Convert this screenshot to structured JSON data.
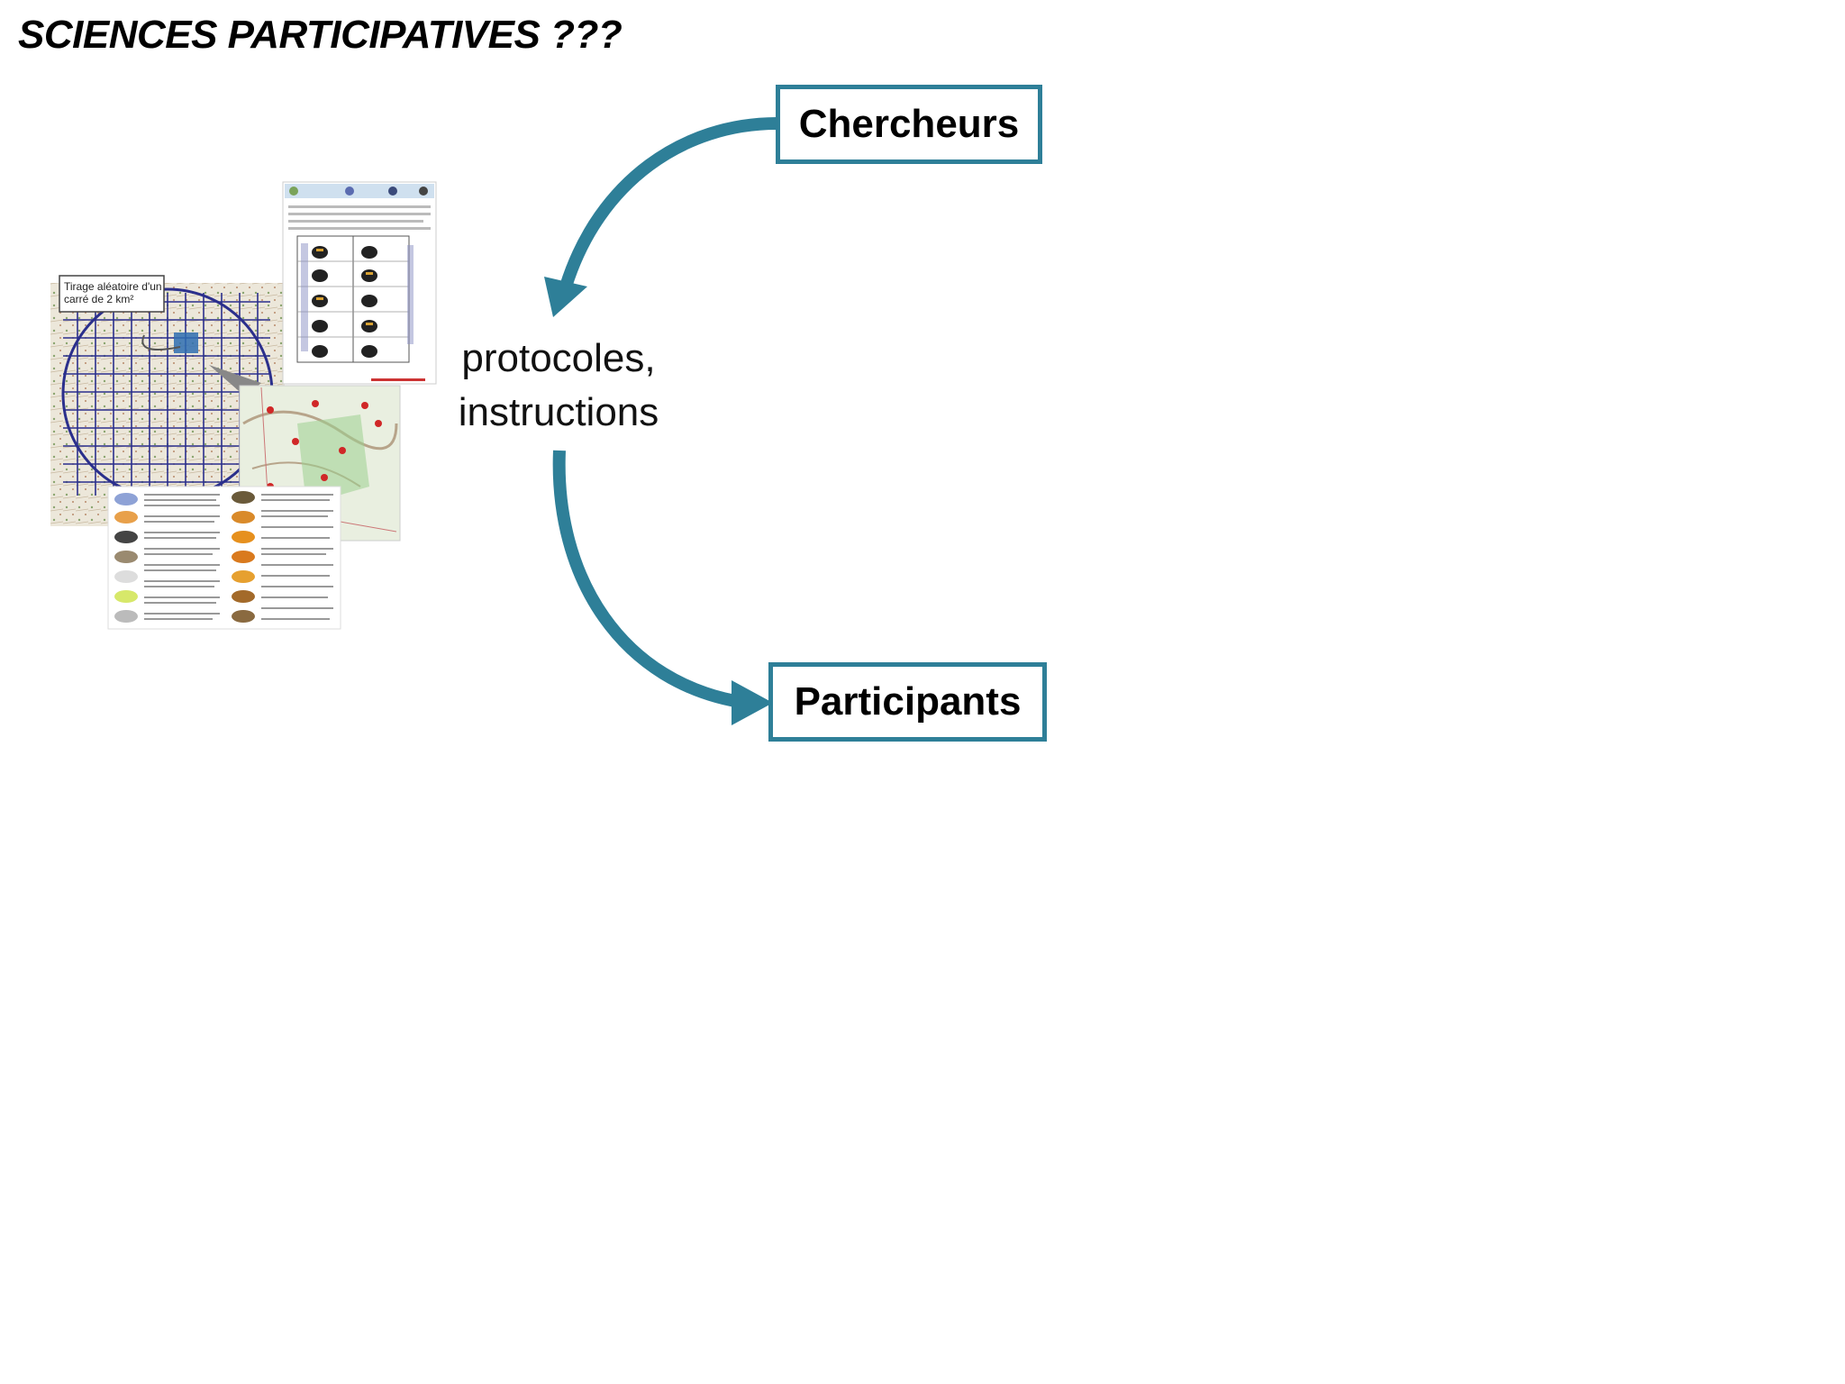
{
  "title": "SCIENCES PARTICIPATIVES ???",
  "nodes": {
    "top": "Chercheurs",
    "bottom": "Participants"
  },
  "edge_label": {
    "line1": "protocoles,",
    "line2": "instructions"
  },
  "map_caption": {
    "line1": "Tirage aléatoire d'un",
    "line2": "carré de 2 km²"
  },
  "colors": {
    "accent": "#2e7f98",
    "text": "#000000",
    "background": "#ffffff"
  }
}
